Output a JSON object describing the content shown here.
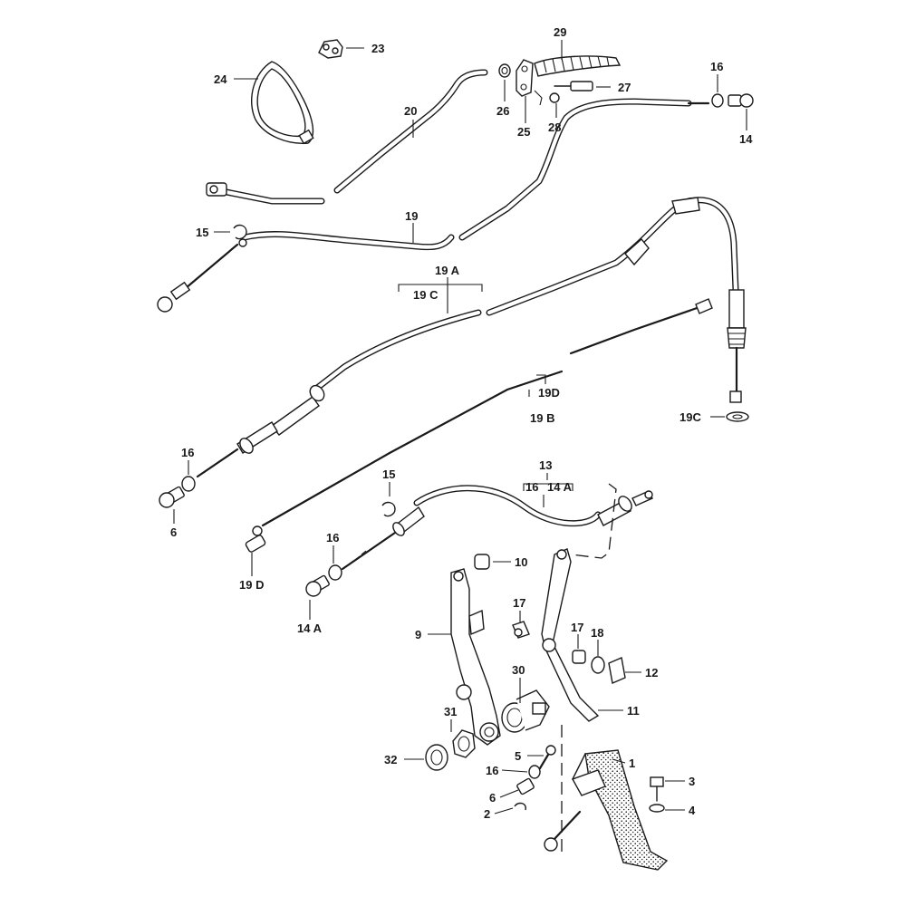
{
  "labels": {
    "p1": "1",
    "p2": "2",
    "p3": "3",
    "p4": "4",
    "p5": "5",
    "p6a": "6",
    "p6b": "6",
    "p9": "9",
    "p10": "10",
    "p11": "11",
    "p12": "12",
    "p13": "13",
    "p14": "14",
    "p14A": "14 A",
    "p14A_group": "14 A",
    "p15a": "15",
    "p15b": "15",
    "p16a": "16",
    "p16b": "16",
    "p16c": "16",
    "p16d": "16",
    "p16_group": "16",
    "p17a": "17",
    "p17b": "17",
    "p18": "18",
    "p19": "19",
    "p19A": "19 A",
    "p19B": "19 B",
    "p19C_group": "19 C",
    "p19C": "19C",
    "p19D": "19 D",
    "p19D_group": "19D",
    "p20": "20",
    "p23": "23",
    "p24": "24",
    "p25": "25",
    "p26": "26",
    "p27": "27",
    "p28": "28",
    "p29": "29",
    "p30": "30",
    "p31": "31",
    "p32": "32"
  },
  "colors": {
    "ink": "#1a1a1a",
    "paper": "#ffffff"
  },
  "icons": {
    "pedal": "accelerator-pedal-icon",
    "boot": "rubber-boot-icon",
    "clamp": "hose-clamp-icon"
  }
}
